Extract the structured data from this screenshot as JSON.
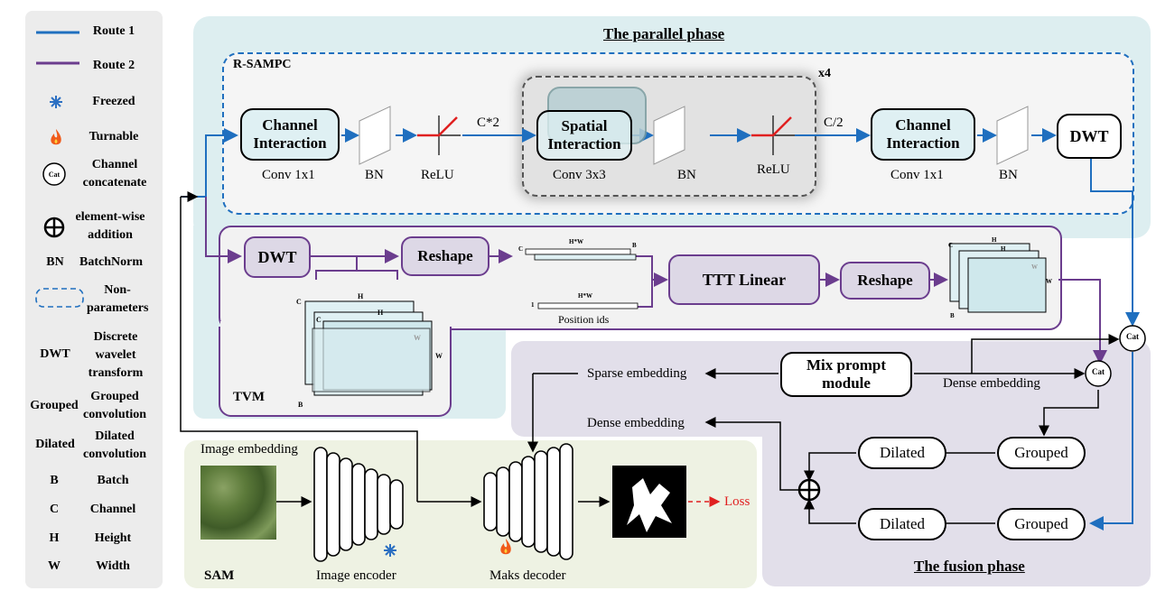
{
  "legend": {
    "route1": "Route 1",
    "route2": "Route 2",
    "freezed": "Freezed",
    "turnable": "Turnable",
    "cat_symbol": "Cat",
    "cat_desc": "Channel concatenate",
    "add_desc": "element-wise addition",
    "bn_key": "BN",
    "bn_desc": "BatchNorm",
    "nonparam_desc": "Non-parameters",
    "dwt_key": "DWT",
    "dwt_desc": "Discrete wavelet transform",
    "grouped_key": "Grouped",
    "grouped_desc": "Grouped convolution",
    "dilated_key": "Dilated",
    "dilated_desc": "Dilated convolution",
    "b_key": "B",
    "b_desc": "Batch",
    "c_key": "C",
    "c_desc": "Channel",
    "h_key": "H",
    "h_desc": "Height",
    "w_key": "W",
    "w_desc": "Width",
    "route1_color": "#1f6fbf",
    "route2_color": "#6b3d8e"
  },
  "parallel": {
    "title": "The parallel phase",
    "rsampc_label": "R-SAMPC",
    "x4": "x4",
    "channel_interaction_1": "Channel Interaction",
    "conv1x1_a": "Conv 1x1",
    "bn_a": "BN",
    "relu_a": "ReLU",
    "c2": "C*2",
    "spatial_interaction": "Spatial Interaction",
    "conv3x3": "Conv 3x3",
    "bn_b": "BN",
    "relu_b": "ReLU",
    "c_half": "C/2",
    "channel_interaction_2": "Channel Interaction",
    "conv1x1_b": "Conv 1x1",
    "bn_c": "BN",
    "dwt": "DWT"
  },
  "tvm": {
    "label": "TVM",
    "dwt": "DWT",
    "reshape_1": "Reshape",
    "ttt_linear": "TTT Linear",
    "reshape_2": "Reshape",
    "position_ids": "Position ids",
    "hw_1": "H*W",
    "hw_2": "H*W",
    "c": "C",
    "b": "B",
    "h": "H",
    "w": "W",
    "one": "1"
  },
  "fusion": {
    "title": "The fusion phase",
    "mix_prompt": "Mix prompt module",
    "dense_embedding_right": "Dense embedding",
    "sparse_embedding": "Sparse embedding",
    "dense_embedding_left": "Dense embedding",
    "cat_top": "Cat",
    "cat_mid": "Cat",
    "dilated_1": "Dilated",
    "grouped_1": "Grouped",
    "dilated_2": "Dilated",
    "grouped_2": "Grouped"
  },
  "sam": {
    "label": "SAM",
    "image_embedding": "Image embedding",
    "image_encoder": "Image encoder",
    "mask_decoder": "Maks decoder",
    "loss": "Loss"
  }
}
